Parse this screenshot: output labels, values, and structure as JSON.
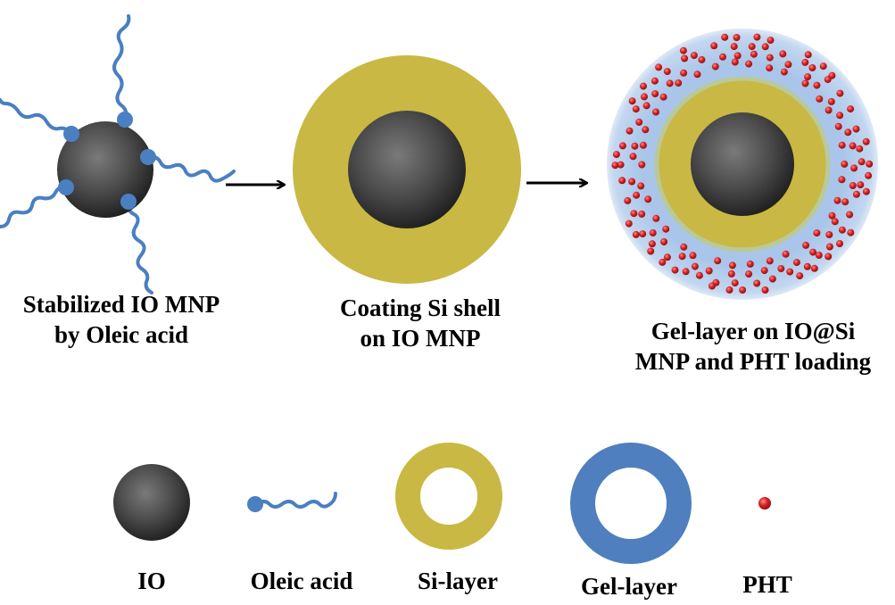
{
  "steps": [
    {
      "caption_line1": "Stabilized IO MNP",
      "caption_line2": "by Oleic acid"
    },
    {
      "caption_line1": "Coating Si shell",
      "caption_line2": "on IO MNP"
    },
    {
      "caption_line1": "Gel-layer on IO@Si",
      "caption_line2": "MNP and PHT loading"
    }
  ],
  "legend": {
    "io": "IO",
    "oleic_acid": "Oleic acid",
    "si_layer": "Si-layer",
    "gel_layer": "Gel-layer",
    "pht": "PHT"
  },
  "colors": {
    "io_core": "#4a4a4a",
    "oleic_acid": "#4a7fc1",
    "si_layer": "#c9b843",
    "gel_layer": "#4f7fbe",
    "gel_halo": "#a9c6ea",
    "pht": "#d42020"
  }
}
